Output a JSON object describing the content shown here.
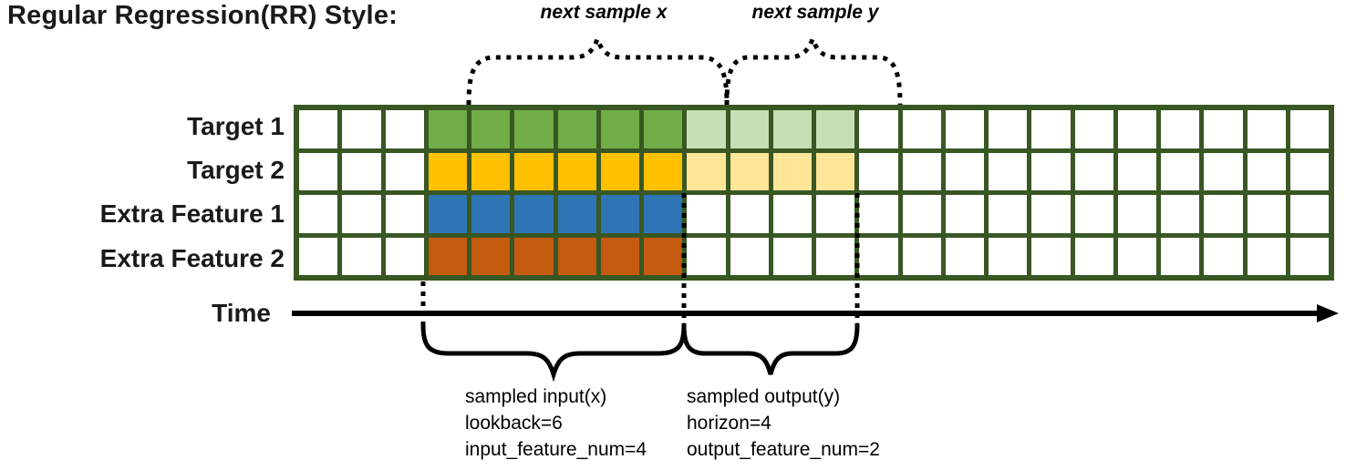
{
  "title": "Regular Regression(RR) Style:",
  "colors": {
    "grid_border": "#385723",
    "white": "#FFFFFF",
    "target1": "#70AD47",
    "target1_light": "#C5E0B4",
    "target2": "#FFC000",
    "target2_light": "#FFE699",
    "extra1": "#2E75B6",
    "extra2": "#C55A11",
    "annotation": "#000000"
  },
  "grid": {
    "columns": 24,
    "rows": [
      {
        "label": "Target 1",
        "cells": [
          {
            "color": "white",
            "count": 3
          },
          {
            "color": "target1",
            "count": 6
          },
          {
            "color": "target1_light",
            "count": 4
          },
          {
            "color": "white",
            "count": 11
          }
        ]
      },
      {
        "label": "Target 2",
        "cells": [
          {
            "color": "white",
            "count": 3
          },
          {
            "color": "target2",
            "count": 6
          },
          {
            "color": "target2_light",
            "count": 4
          },
          {
            "color": "white",
            "count": 11
          }
        ]
      },
      {
        "label": "Extra Feature 1",
        "cells": [
          {
            "color": "white",
            "count": 3
          },
          {
            "color": "extra1",
            "count": 6
          },
          {
            "color": "white",
            "count": 15
          }
        ]
      },
      {
        "label": "Extra Feature 2",
        "cells": [
          {
            "color": "white",
            "count": 3
          },
          {
            "color": "extra2",
            "count": 6
          },
          {
            "color": "white",
            "count": 15
          }
        ]
      }
    ]
  },
  "annotations": {
    "next_sample_x": "next sample x",
    "next_sample_y": "next sample y",
    "time_axis": "Time",
    "sampled_input": {
      "line1": "sampled input(x)",
      "line2": "lookback=6",
      "line3": "input_feature_num=4"
    },
    "sampled_output": {
      "line1": "sampled output(y)",
      "line2": "horizon=4",
      "line3": "output_feature_num=2"
    }
  }
}
